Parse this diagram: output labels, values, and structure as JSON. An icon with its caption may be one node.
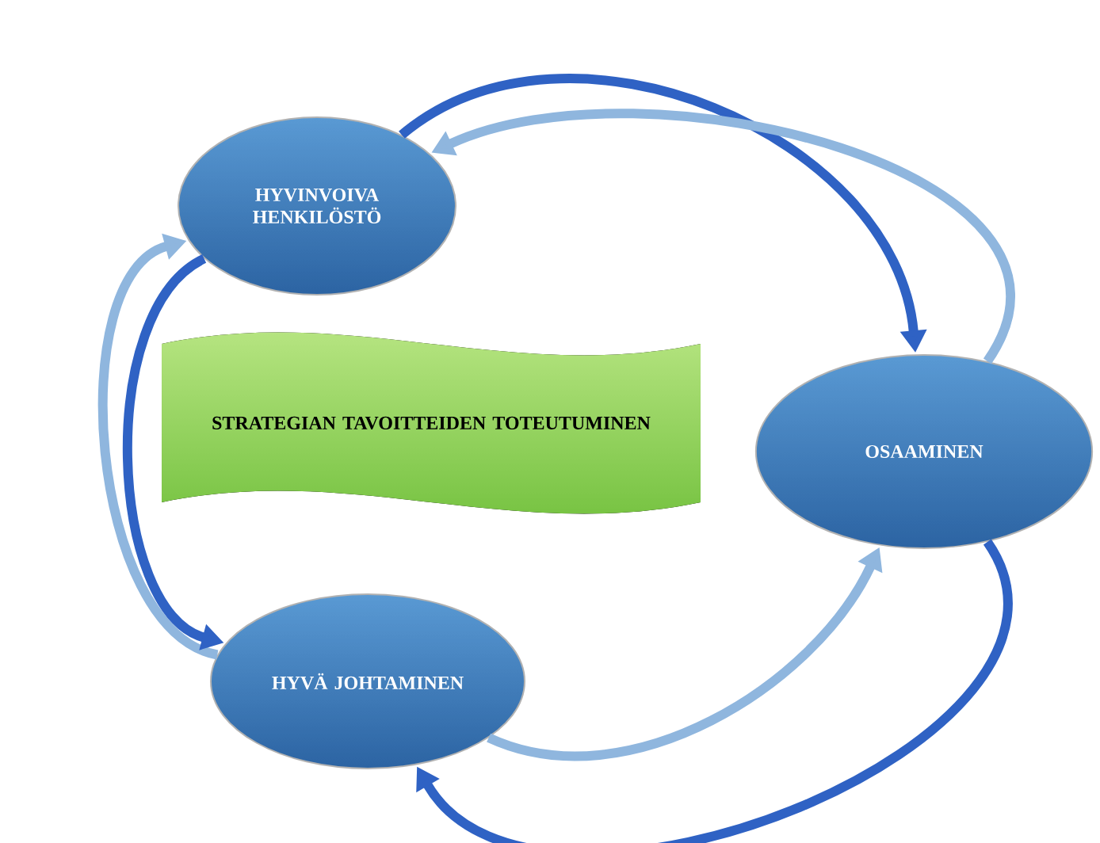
{
  "diagram": {
    "nodes": [
      {
        "text": [
          "HYVINVOIVA HENKILÖSTÖ"
        ]
      },
      {
        "text": [
          "STRATEGIAN TAVOITTEIDEN TOTEUTUMINEN"
        ]
      },
      {
        "text": [
          "OSAAMINEN"
        ]
      },
      {
        "text": [
          "HYVÄ JOHTAMINEN"
        ]
      }
    ],
    "edges": [
      {
        "from": 0,
        "to": 2,
        "arrow": "to"
      },
      {
        "from": 2,
        "to": 0,
        "arrow": "to",
        "color": "#8fb6de"
      },
      {
        "from": 2,
        "to": 3,
        "arrow": "to"
      },
      {
        "from": 3,
        "to": 2,
        "arrow": "to",
        "color": "#8fb6de"
      },
      {
        "from": 3,
        "to": 0,
        "arrow": "to",
        "color": "#8fb6de"
      },
      {
        "from": 0,
        "to": 3,
        "arrow": "to"
      }
    ]
  }
}
